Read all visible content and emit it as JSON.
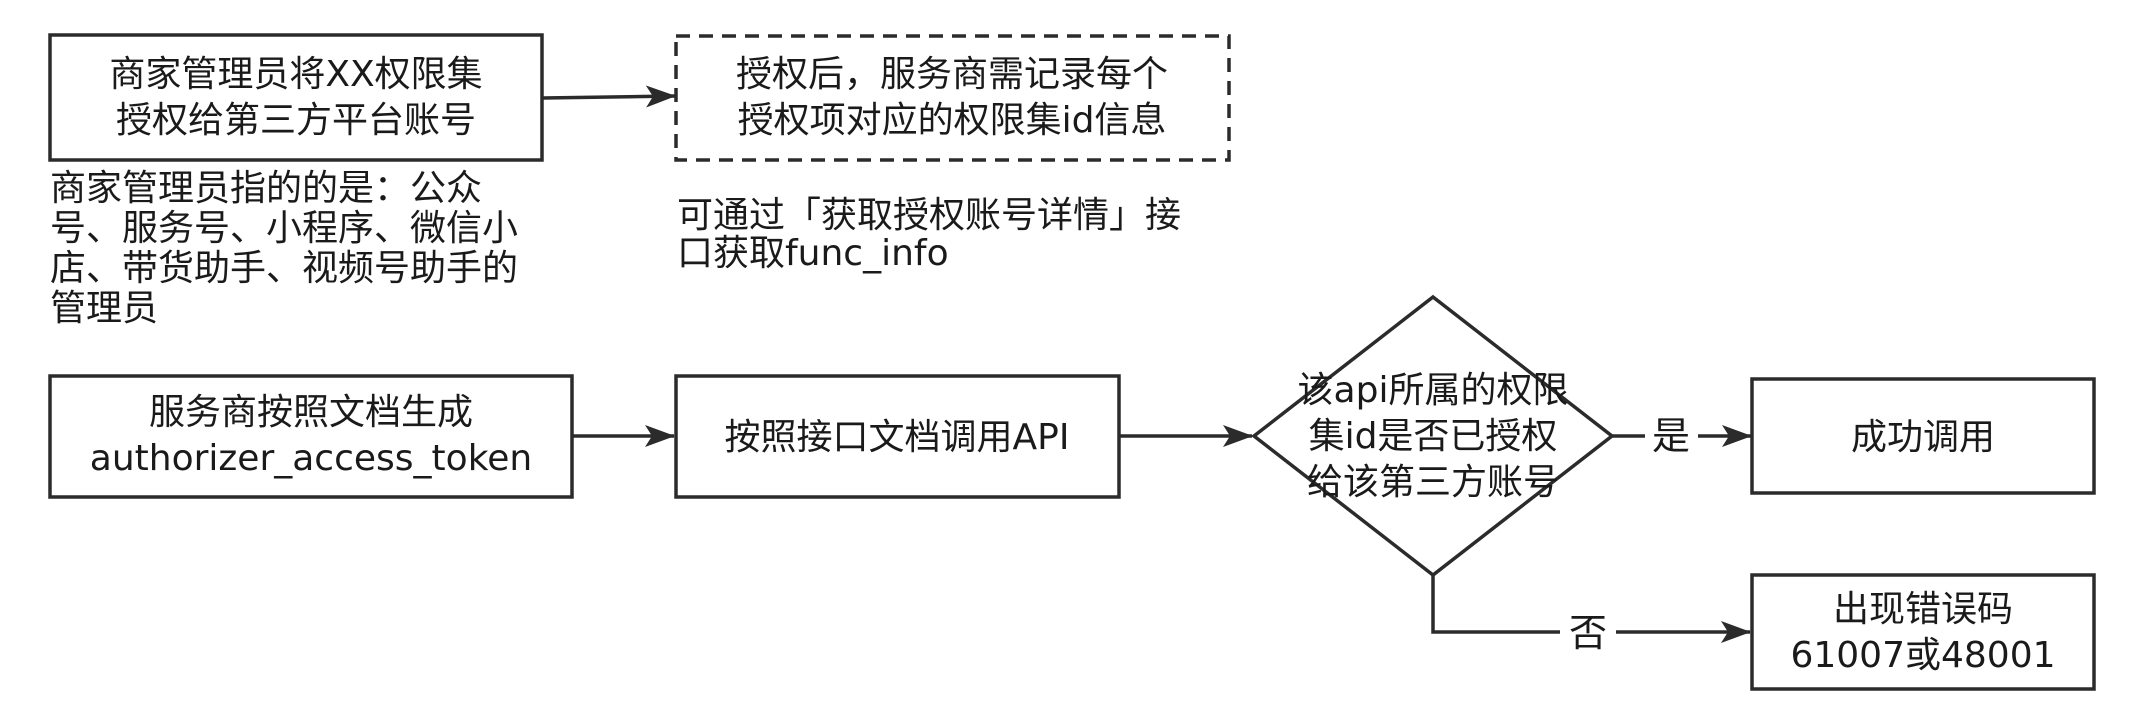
{
  "nodes": {
    "grant_permission": {
      "lines": [
        "商家管理员将XX权限集",
        "授权给第三方平台账号"
      ]
    },
    "record_info": {
      "lines": [
        "授权后，服务商需记录每个",
        "授权项对应的权限集id信息"
      ]
    },
    "generate_token": {
      "lines": [
        "服务商按照文档生成",
        "authorizer_access_token"
      ]
    },
    "call_api": {
      "lines": [
        "按照接口文档调用API"
      ]
    },
    "decision": {
      "lines": [
        "该api所属的权限",
        "集id是否已授权",
        "给该第三方账号"
      ]
    },
    "success": {
      "lines": [
        "成功调用"
      ]
    },
    "error": {
      "lines": [
        "出现错误码",
        "61007或48001"
      ]
    }
  },
  "notes": {
    "admin_note": {
      "lines": [
        "商家管理员指的的是：公众",
        "号、服务号、小程序、微信小",
        "店、带货助手、视频号助手的",
        "管理员"
      ]
    },
    "func_info_note": {
      "lines": [
        "可通过「获取授权账号详情」接",
        "口获取func_info"
      ]
    }
  },
  "edge_labels": {
    "yes": "是",
    "no": "否"
  },
  "colors": {
    "stroke": "#2b2b2b",
    "text": "#1a1a1a",
    "background": "#ffffff"
  }
}
